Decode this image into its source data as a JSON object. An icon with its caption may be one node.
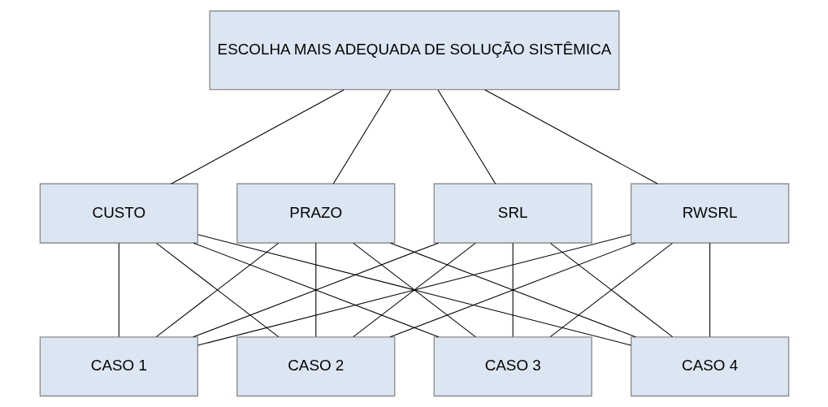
{
  "diagram": {
    "nodes": [
      {
        "text": [
          "ESCOLHA MAIS ADEQUADA DE SOLUÇÃO SISTÊMICA"
        ]
      },
      {
        "text": [
          "CUSTO"
        ]
      },
      {
        "text": [
          "PRAZO"
        ]
      },
      {
        "text": [
          "SRL"
        ]
      },
      {
        "text": [
          "RWSRL"
        ]
      },
      {
        "text": [
          "CASO 1"
        ]
      },
      {
        "text": [
          "CASO 2"
        ]
      },
      {
        "text": [
          "CASO 3"
        ]
      },
      {
        "text": [
          "CASO 4"
        ]
      }
    ],
    "edges": [
      {
        "from": 0,
        "to": 1,
        "arrow": "none"
      },
      {
        "from": 0,
        "to": 2,
        "arrow": "none"
      },
      {
        "from": 0,
        "to": 3,
        "arrow": "none"
      },
      {
        "from": 0,
        "to": 4,
        "arrow": "none"
      },
      {
        "from": 1,
        "to": 5,
        "arrow": "none"
      },
      {
        "from": 1,
        "to": 6,
        "arrow": "none"
      },
      {
        "from": 1,
        "to": 7,
        "arrow": "none"
      },
      {
        "from": 1,
        "to": 8,
        "arrow": "none"
      },
      {
        "from": 2,
        "to": 5,
        "arrow": "none"
      },
      {
        "from": 2,
        "to": 6,
        "arrow": "none"
      },
      {
        "from": 2,
        "to": 7,
        "arrow": "none"
      },
      {
        "from": 2,
        "to": 8,
        "arrow": "none"
      },
      {
        "from": 3,
        "to": 5,
        "arrow": "none"
      },
      {
        "from": 3,
        "to": 6,
        "arrow": "none"
      },
      {
        "from": 3,
        "to": 7,
        "arrow": "none"
      },
      {
        "from": 3,
        "to": 8,
        "arrow": "none"
      },
      {
        "from": 4,
        "to": 5,
        "arrow": "none"
      },
      {
        "from": 4,
        "to": 6,
        "arrow": "none"
      },
      {
        "from": 4,
        "to": 7,
        "arrow": "none"
      },
      {
        "from": 4,
        "to": 8,
        "arrow": "none"
      }
    ]
  }
}
